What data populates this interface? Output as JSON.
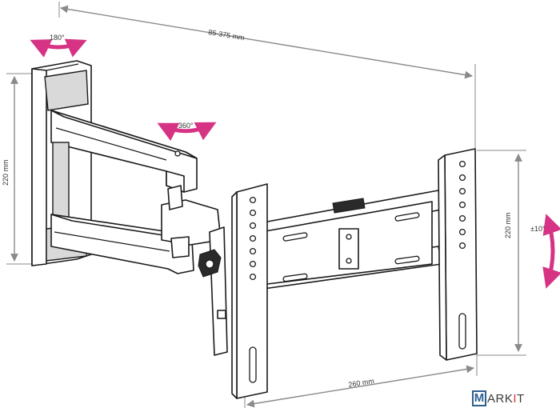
{
  "dimensions": {
    "arm_extension": "85-375 mm",
    "wall_plate_height": "220 mm",
    "tv_bracket_height": "220 mm",
    "tv_bracket_width": "260 mm",
    "wall_swivel": "180°",
    "tv_rotation": "360°",
    "tilt": "±10°"
  },
  "logo": {
    "initial": "M",
    "rest": "ARK",
    "accent_char": "I",
    "tail": "T"
  },
  "colors": {
    "arrow_accent": "#d63384",
    "dimension_line": "#8a8a8a",
    "outline": "#1a1a1a",
    "logo_blue": "#2f5f8f",
    "logo_red": "#d6333a"
  },
  "icons": {
    "rotation_arrow": "curved-double-arrow-icon"
  }
}
